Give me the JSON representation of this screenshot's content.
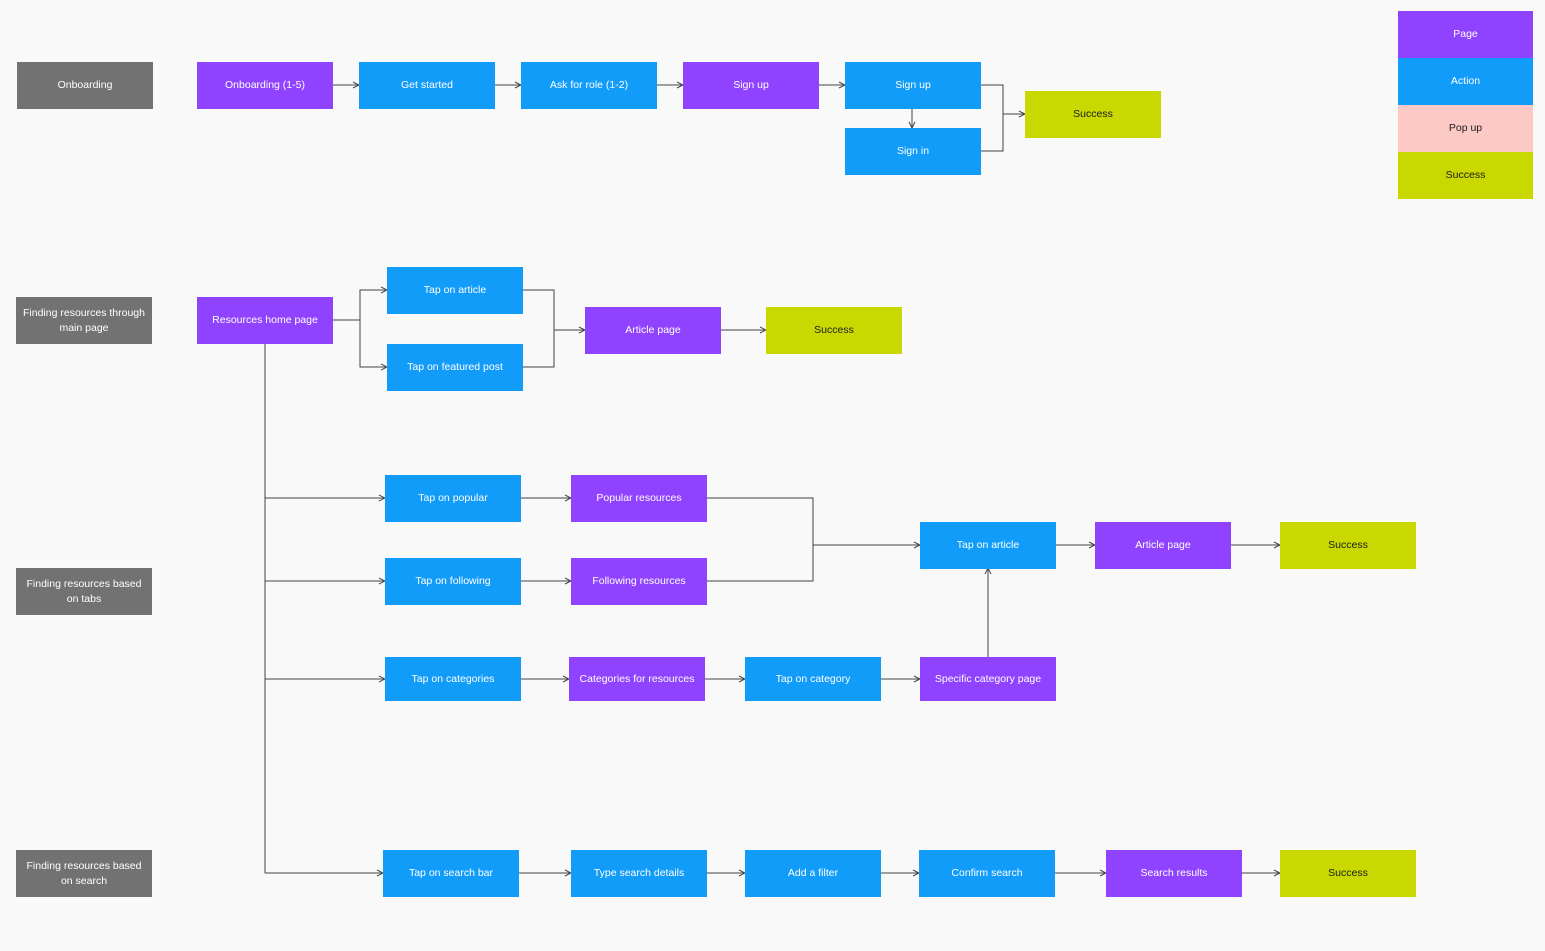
{
  "colors": {
    "page": "#8f43ff",
    "action": "#129cf9",
    "popup": "#fdc9c5",
    "success": "#c8d800",
    "label": "#727272",
    "connector": "#444444",
    "background": "#f9f9f9"
  },
  "legend": {
    "page": "Page",
    "action": "Action",
    "popup": "Pop up",
    "success": "Success"
  },
  "row_labels": {
    "onboarding": "Onboarding",
    "main_page": "Finding resources through main page",
    "tabs": "Finding resources based on tabs",
    "search": "Finding resources based on search"
  },
  "onboarding_flow": {
    "onboarding_pages": "Onboarding (1-5)",
    "get_started": "Get started",
    "ask_role": "Ask for role (1-2)",
    "sign_up_page": "Sign up",
    "sign_up_action": "Sign up",
    "sign_in_action": "Sign in",
    "success": "Success"
  },
  "main_page_flow": {
    "resources_home": "Resources home page",
    "tap_article": "Tap on article",
    "tap_featured": "Tap on featured post",
    "article_page": "Article page",
    "success": "Success"
  },
  "tabs_flow": {
    "tap_popular": "Tap on popular",
    "popular_resources": "Popular resources",
    "tap_following": "Tap on following",
    "following_resources": "Following resources",
    "tap_categories": "Tap on categories",
    "categories_resources": "Categories for resources",
    "tap_category": "Tap on category",
    "specific_category": "Specific category page",
    "tap_article": "Tap on article",
    "article_page": "Article page",
    "success": "Success"
  },
  "search_flow": {
    "tap_search_bar": "Tap on search bar",
    "type_details": "Type search details",
    "add_filter": "Add a filter",
    "confirm_search": "Confirm search",
    "search_results": "Search results",
    "success": "Success"
  }
}
